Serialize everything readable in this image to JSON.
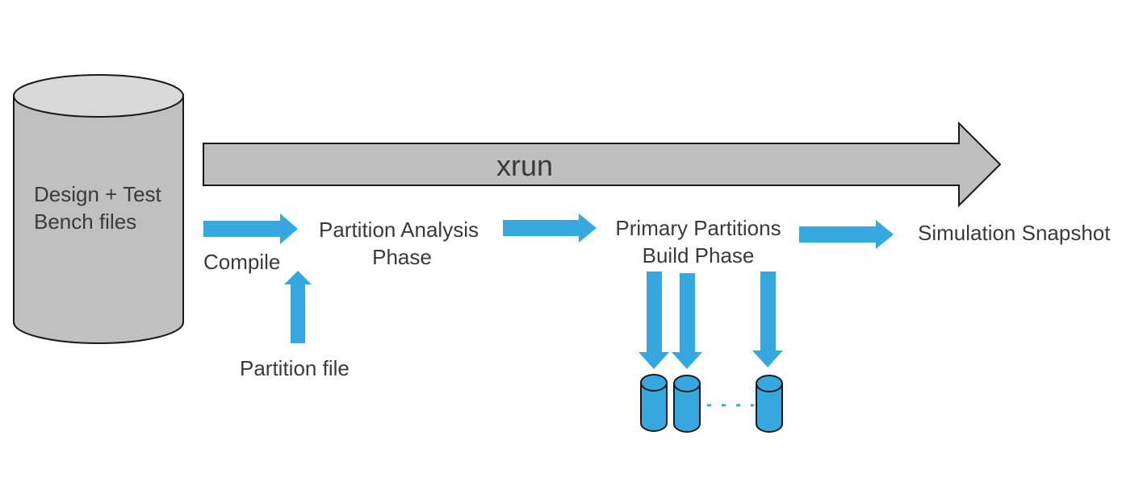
{
  "colors": {
    "accent": "#34a8df",
    "cylinder_fill": "#c0c0c0",
    "cylinder_top": "#d9d9d9",
    "xrun_arrow_fill": "#bfbfbf",
    "outline": "#1a1a1a",
    "text": "#3a3a3a"
  },
  "source_db": {
    "line1": "Design + Test",
    "line2": "Bench files"
  },
  "xrun": {
    "label": "xrun"
  },
  "steps": {
    "compile": "Compile",
    "partition_analysis_line1": "Partition Analysis",
    "partition_analysis_line2": "Phase",
    "primary_partitions_line1": "Primary Partitions",
    "primary_partitions_line2": "Build Phase",
    "simulation_snapshot": "Simulation Snapshot"
  },
  "inputs": {
    "partition_file": "Partition file"
  },
  "partition_databases": {
    "shown_count": 3,
    "ellipsis": true
  }
}
